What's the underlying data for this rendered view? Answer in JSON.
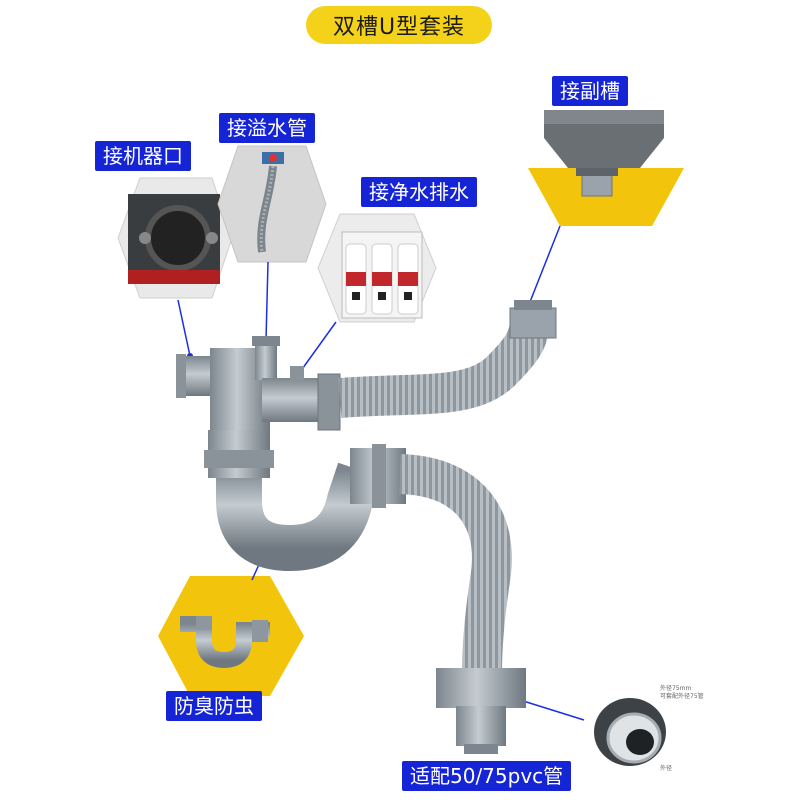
{
  "title": "双槽U型套装",
  "labels": {
    "machine_port": "接机器口",
    "overflow_pipe": "接溢水管",
    "purifier_drain": "接净水排水",
    "sub_sink": "接副槽",
    "odor_insect": "防臭防虫",
    "pvc_fit": "适配50/75pvc管"
  },
  "adapter_notes": {
    "line1": "外径75mm",
    "line2": "可套配外径75管",
    "line3": "外径"
  },
  "colors": {
    "title_bg": "#f5d21a",
    "label_bg": "#1525d6",
    "label_text": "#ffffff",
    "leader": "#1b2fe0",
    "pipe": "#9aa3ab",
    "hex_yellow": "#f2c40c"
  },
  "icons": {
    "machine": "drain-port-photo",
    "overflow": "overflow-hose-photo",
    "purifier": "water-purifier-photo",
    "sub_sink": "sink-basin-photo",
    "trap": "u-trap-photo",
    "adapter": "pvc-adapter-photo"
  }
}
